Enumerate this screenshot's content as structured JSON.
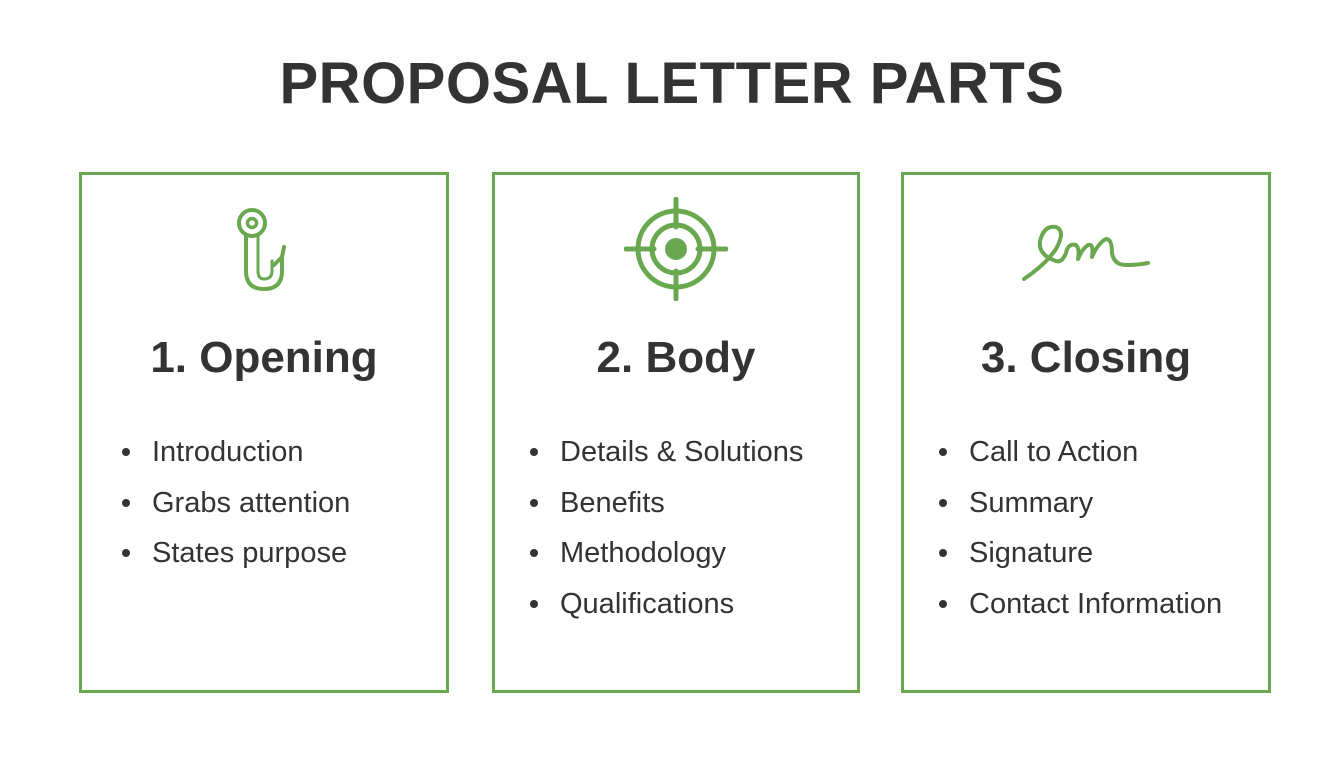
{
  "title": "PROPOSAL LETTER PARTS",
  "colors": {
    "accent": "#6aa84f",
    "text": "#333333",
    "background": "#fdfdfd"
  },
  "cards": [
    {
      "icon": "fishing-hook-icon",
      "heading": "1. Opening",
      "items": [
        "Introduction",
        "Grabs attention",
        "States purpose"
      ]
    },
    {
      "icon": "target-crosshair-icon",
      "heading": "2. Body",
      "items": [
        "Details & Solutions",
        "Benefits",
        "Methodology",
        "Qualifications"
      ]
    },
    {
      "icon": "signature-icon",
      "heading": "3. Closing",
      "items": [
        "Call to Action",
        "Summary",
        "Signature",
        "Contact Information"
      ]
    }
  ]
}
